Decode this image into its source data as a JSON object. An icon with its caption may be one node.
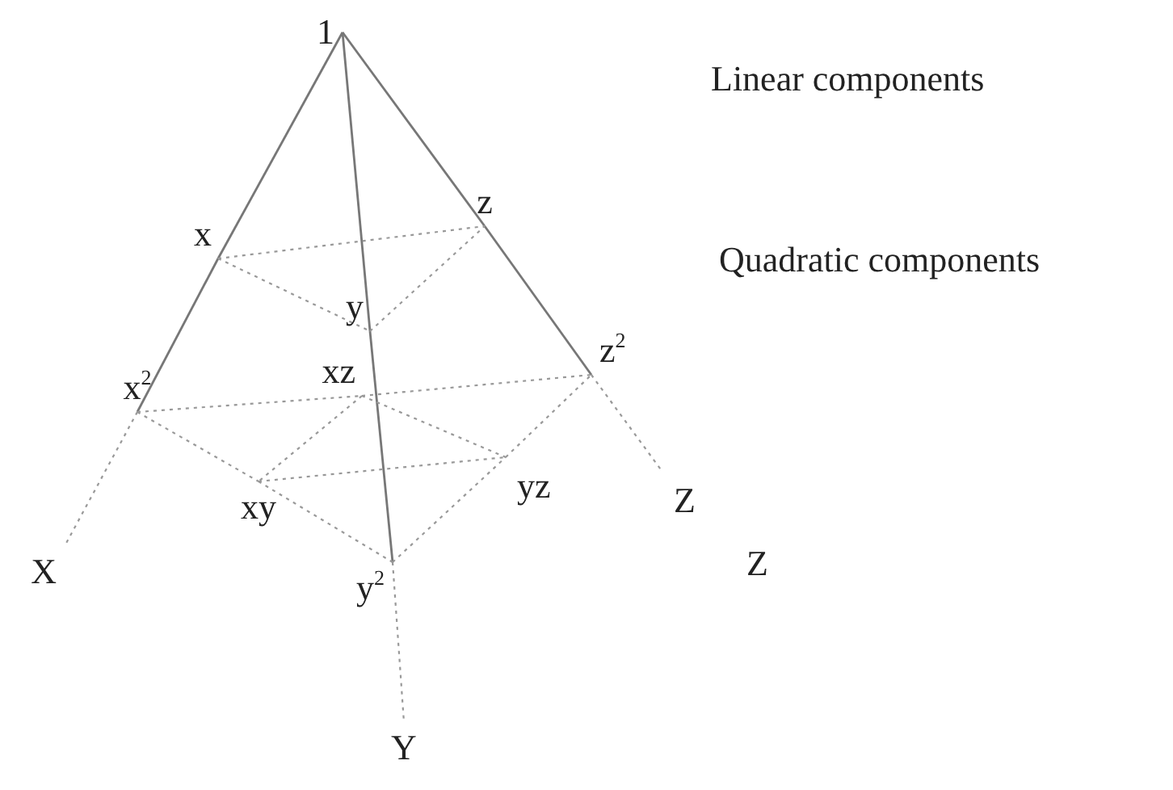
{
  "diagram": {
    "nodes": [
      {
        "text": [
          "1"
        ]
      },
      {
        "text": [
          "x"
        ]
      },
      {
        "text": [
          "z"
        ]
      },
      {
        "text": [
          "y"
        ]
      },
      {
        "text": [
          "x$^{2}$"
        ]
      },
      {
        "text": [
          "xz"
        ]
      },
      {
        "text": [
          "z$^{2}$"
        ]
      },
      {
        "text": [
          "xy"
        ]
      },
      {
        "text": [
          "yz"
        ]
      },
      {
        "text": [
          "y$^{2}$"
        ]
      },
      {
        "text": [
          "X"
        ]
      },
      {
        "text": [
          "Y"
        ]
      },
      {
        "text": [
          "Z"
        ]
      }
    ],
    "edges": [
      {
        "from": 0,
        "to": 1,
        "arrow": "none"
      },
      {
        "from": 1,
        "to": 4,
        "arrow": "none"
      },
      {
        "from": 4,
        "to": 10,
        "arrow": "none",
        "style": "dashed"
      },
      {
        "from": 0,
        "to": 2,
        "arrow": "none"
      },
      {
        "from": 2,
        "to": 6,
        "arrow": "none"
      },
      {
        "from": 6,
        "to": 12,
        "arrow": "none",
        "style": "dashed"
      },
      {
        "from": 0,
        "to": 3,
        "arrow": "none"
      },
      {
        "from": 3,
        "to": 9,
        "arrow": "none"
      },
      {
        "from": 9,
        "to": 11,
        "arrow": "none",
        "style": "dashed"
      },
      {
        "from": 1,
        "to": 2,
        "arrow": "none",
        "style": "dashed"
      },
      {
        "from": 1,
        "to": 3,
        "arrow": "none",
        "style": "dashed"
      },
      {
        "from": 3,
        "to": 2,
        "arrow": "none",
        "style": "dashed"
      },
      {
        "from": 4,
        "to": 5,
        "arrow": "none",
        "style": "dashed"
      },
      {
        "from": 5,
        "to": 6,
        "arrow": "none",
        "style": "dashed"
      },
      {
        "from": 4,
        "to": 7,
        "arrow": "none",
        "style": "dashed"
      },
      {
        "from": 7,
        "to": 9,
        "arrow": "none",
        "style": "dashed"
      },
      {
        "from": 9,
        "to": 8,
        "arrow": "none",
        "style": "dashed"
      },
      {
        "from": 8,
        "to": 6,
        "arrow": "none",
        "style": "dashed"
      },
      {
        "from": 5,
        "to": 7,
        "arrow": "none",
        "style": "dashed"
      },
      {
        "from": 5,
        "to": 8,
        "arrow": "none",
        "style": "dashed"
      },
      {
        "from": 7,
        "to": 8,
        "arrow": "none",
        "style": "dashed"
      }
    ],
    "labels": [
      "Linear components",
      "Quadratic components",
      "Z"
    ]
  }
}
